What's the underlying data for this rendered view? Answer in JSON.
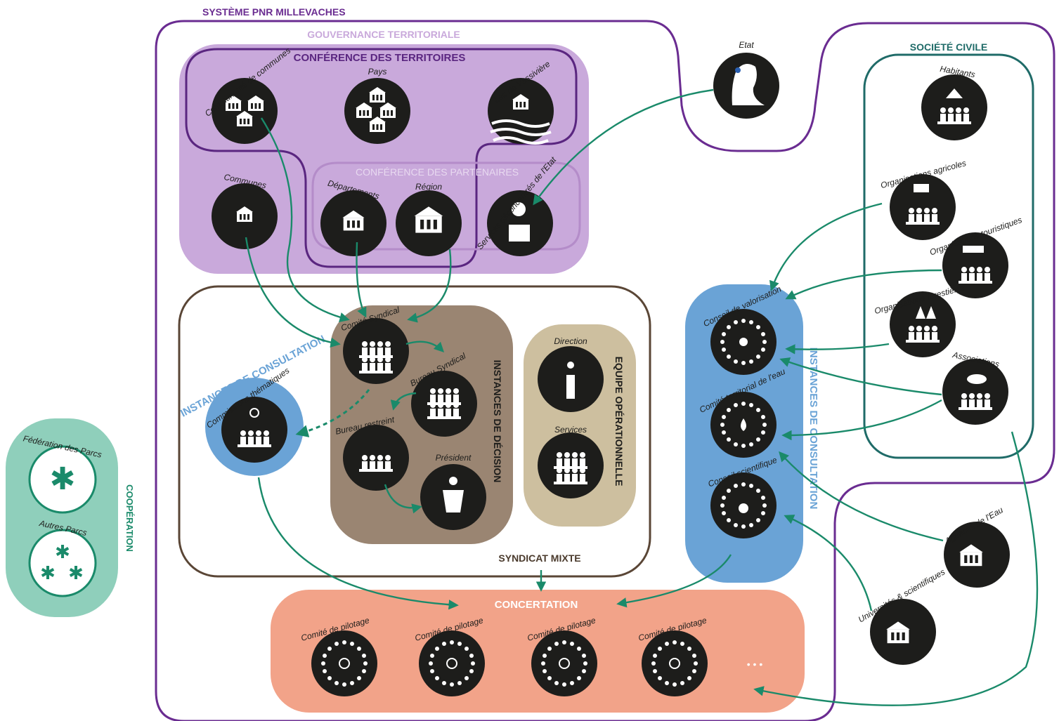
{
  "system_title": "SYSTÈME PNR MILLEVACHES",
  "gouvernance": "GOUVERNANCE TERRITORIALE",
  "conf_territoires": "CONFÉRENCE DES TERRITOIRES",
  "conf_partenaires": "CONFÉRENCE DES PARTENAIRES",
  "societe_civile": "SOCIÉTÉ CIVILE",
  "etat": "Etat",
  "syndicat_mixte": "SYNDICAT MIXTE",
  "instances_decision": "INSTANCES DE DÉCISION",
  "equipe_operationnelle": "EQUIPE OPÉRATIONNELLE",
  "instances_consultation_left": "INSTANCES DE CONSULTATION",
  "instances_consultation_right": "INSTANCES DE CONSULTATION",
  "concertation": "CONCERTATION",
  "cooperation": "COOPÉRATION",
  "ellipsis": "• • •",
  "labels": {
    "communaute": "Communauté de communes",
    "pays": "Pays",
    "lac": "Lac de Vassivière",
    "communes": "Communes",
    "departements": "Départements",
    "region": "Région",
    "services_etat": "Services déconcentrés de l'Etat",
    "comite_syndical": "Comité Syndical",
    "bureau_syndical": "Bureau Syndical",
    "bureau_restreint": "Bureau restreint",
    "president": "Président",
    "direction": "Direction",
    "services": "Services",
    "commissions": "Commissions thématiques",
    "conseil_valorisation": "Conseil de valorisation",
    "comite_eau": "Comité territorial de l'eau",
    "conseil_scientifique": "Conseil scientifique",
    "habitants": "Habitants",
    "org_agricoles": "Organisations agricoles",
    "org_touristiques": "Organisations touristiques",
    "org_forestieres": "Organisations forestières",
    "associations": "Associations",
    "agences_eau": "Agences de l'Eau",
    "universites": "Universités & scientifiques",
    "federation": "Fédération des Parcs",
    "autres_parcs": "Autres Parcs",
    "pilotage": "Comité de pilotage"
  },
  "colors": {
    "purple": "#6a2c91",
    "lilac": "#c9a9db",
    "teal_dark": "#1f6b68",
    "green_arrow": "#1a8a6a",
    "brown": "#5a4636",
    "brown_fill": "#9a8572",
    "beige": "#cdbf9f",
    "blue": "#6aa3d6",
    "salmon": "#f2a389",
    "teal_light": "#8fcfbb",
    "node": "#1d1d1b"
  }
}
